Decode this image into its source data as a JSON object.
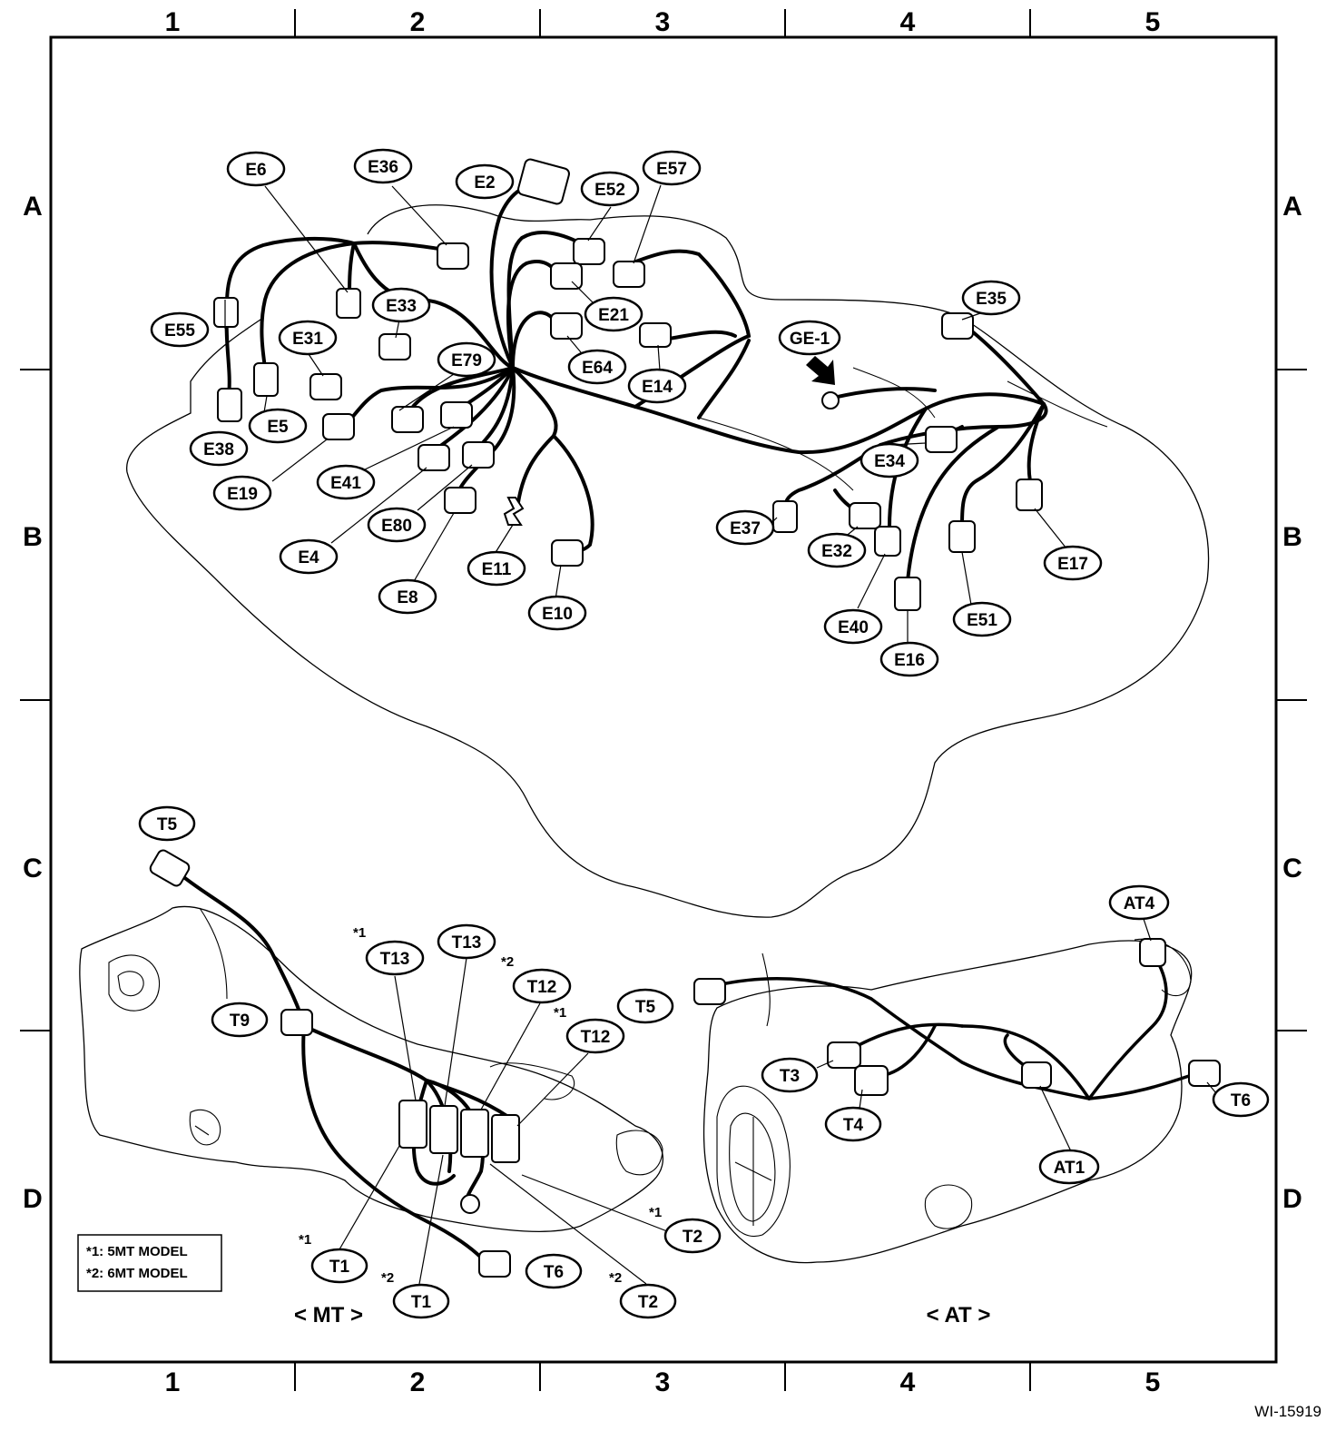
{
  "grid": {
    "columns": [
      "1",
      "2",
      "3",
      "4",
      "5"
    ],
    "rows": [
      "A",
      "B",
      "C",
      "D"
    ]
  },
  "engine_connectors": [
    "E6",
    "E36",
    "E2",
    "E52",
    "E57",
    "E55",
    "E33",
    "E31",
    "E21",
    "E79",
    "E64",
    "E14",
    "E35",
    "GE-1",
    "E5",
    "E38",
    "E19",
    "E41",
    "E80",
    "E4",
    "E8",
    "E11",
    "E10",
    "E34",
    "E37",
    "E32",
    "E17",
    "E40",
    "E51",
    "E16"
  ],
  "transmission_connectors": [
    "T5",
    "T9",
    "T13",
    "T13",
    "T12",
    "T12",
    "T5",
    "T1",
    "T1",
    "T6",
    "T2",
    "T2",
    "AT4",
    "T3",
    "T4",
    "AT1",
    "T6"
  ],
  "asterisks": {
    "t13_left": "*1",
    "t12_top": "*2",
    "t12_lower": "*1",
    "t2_upper": "*1",
    "t1_left": "*1",
    "t1_lower": "*2",
    "t2_lower": "*2"
  },
  "legend": {
    "line1": "*1: 5MT MODEL",
    "line2": "*2: 6MT MODEL"
  },
  "captions": {
    "mt": "< MT >",
    "at": "< AT >"
  },
  "drawing_code": "WI-15919"
}
